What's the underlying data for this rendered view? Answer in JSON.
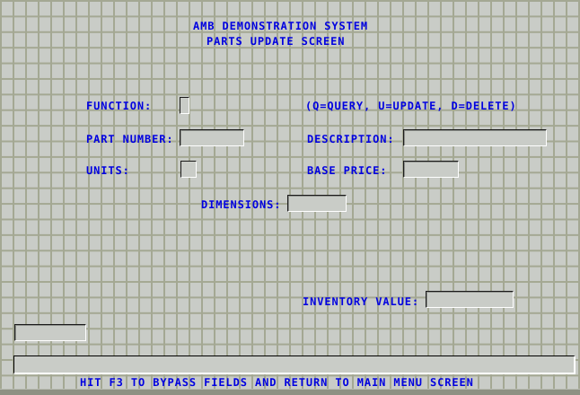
{
  "screen": {
    "title_line1": "AMB DEMONSTRATION SYSTEM",
    "title_line2": "PARTS UPDATE SCREEN",
    "text_color": "#0000e0",
    "background_color": "#c9ccc7",
    "grid_line_color": "#a4a893"
  },
  "form": {
    "function": {
      "label": "FUNCTION:",
      "value": "",
      "placeholder": "",
      "hint": "(Q=QUERY, U=UPDATE, D=DELETE)",
      "maxlength": 1
    },
    "part_number": {
      "label": "PART NUMBER:",
      "value": "",
      "placeholder": ""
    },
    "description": {
      "label": "DESCRIPTION:",
      "value": "",
      "placeholder": ""
    },
    "units": {
      "label": "UNITS:",
      "value": "",
      "placeholder": ""
    },
    "base_price": {
      "label": "BASE PRICE:",
      "value": "",
      "placeholder": ""
    },
    "dimensions": {
      "label": "DIMENSIONS:",
      "value": "",
      "placeholder": ""
    },
    "inventory_value": {
      "label": "INVENTORY VALUE:",
      "value": "",
      "placeholder": ""
    },
    "scratch_field": {
      "label": "",
      "value": "",
      "placeholder": ""
    }
  },
  "footer": {
    "message_field_value": "",
    "instruction": "HIT F3 TO BYPASS FIELDS AND RETURN TO MAIN MENU SCREEN"
  }
}
